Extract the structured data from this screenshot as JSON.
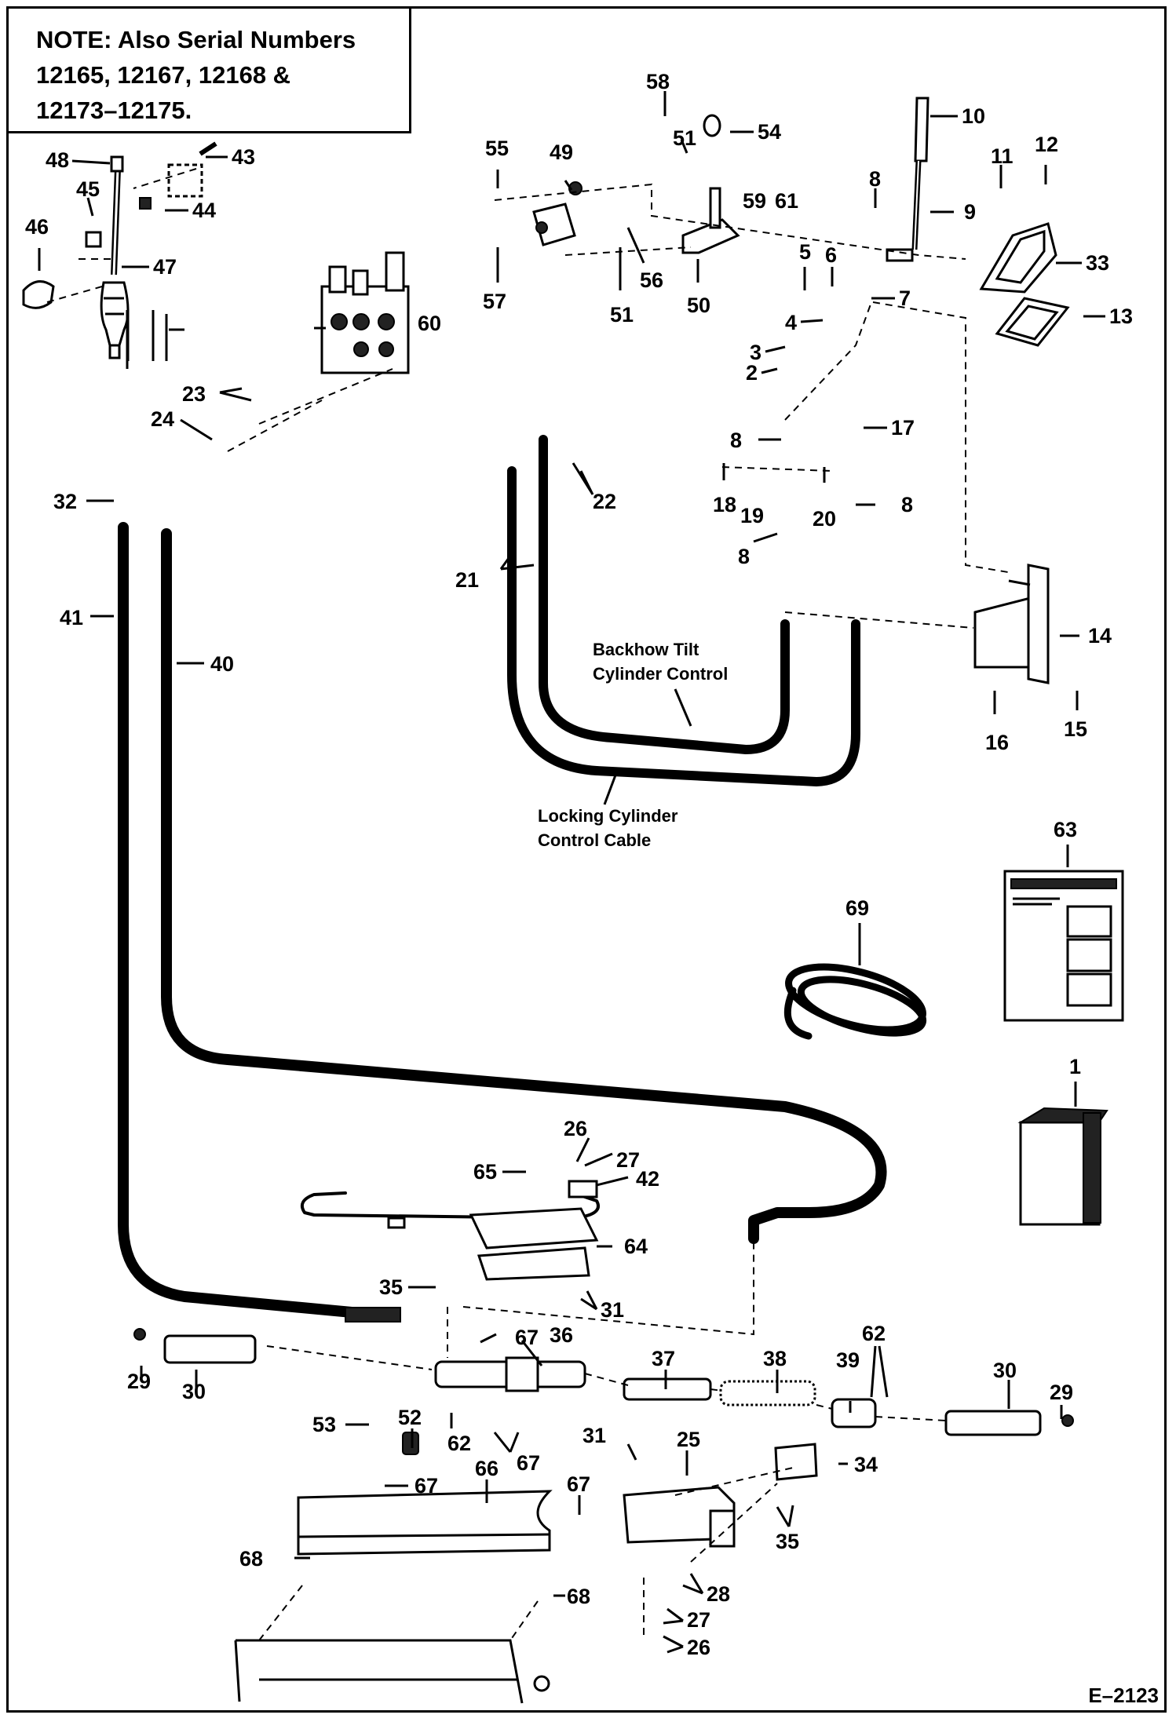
{
  "note": {
    "lines": [
      "NOTE: Also Serial Numbers",
      "12165, 12167, 12168 &",
      "12173–12175."
    ]
  },
  "figure_id": "E–2123",
  "captions": {
    "backhoe_tilt_line1": "Backhow Tilt",
    "backhoe_tilt_line2": "Cylinder Control",
    "locking_line1": "Locking Cylinder",
    "locking_line2": "Control Cable"
  },
  "callouts": [
    {
      "id": "c58",
      "text": "58"
    },
    {
      "id": "c51a",
      "text": "51"
    },
    {
      "id": "c54",
      "text": "54"
    },
    {
      "id": "c10",
      "text": "10"
    },
    {
      "id": "c12",
      "text": "12"
    },
    {
      "id": "c11",
      "text": "11"
    },
    {
      "id": "c48",
      "text": "48"
    },
    {
      "id": "c43",
      "text": "43"
    },
    {
      "id": "c55",
      "text": "55"
    },
    {
      "id": "c49",
      "text": "49"
    },
    {
      "id": "c8a",
      "text": "8"
    },
    {
      "id": "c9",
      "text": "9"
    },
    {
      "id": "c45",
      "text": "45"
    },
    {
      "id": "c44",
      "text": "44"
    },
    {
      "id": "c59",
      "text": "59"
    },
    {
      "id": "c61",
      "text": "61"
    },
    {
      "id": "c46",
      "text": "46"
    },
    {
      "id": "c47",
      "text": "47"
    },
    {
      "id": "c5",
      "text": "5"
    },
    {
      "id": "c6",
      "text": "6"
    },
    {
      "id": "c33",
      "text": "33"
    },
    {
      "id": "c56",
      "text": "56"
    },
    {
      "id": "c57",
      "text": "57"
    },
    {
      "id": "c51b",
      "text": "51"
    },
    {
      "id": "c50",
      "text": "50"
    },
    {
      "id": "c7",
      "text": "7"
    },
    {
      "id": "c60",
      "text": "60"
    },
    {
      "id": "c4",
      "text": "4"
    },
    {
      "id": "c13",
      "text": "13"
    },
    {
      "id": "c3",
      "text": "3"
    },
    {
      "id": "c2",
      "text": "2"
    },
    {
      "id": "c23",
      "text": "23"
    },
    {
      "id": "c24",
      "text": "24"
    },
    {
      "id": "c17",
      "text": "17"
    },
    {
      "id": "c8b",
      "text": "8"
    },
    {
      "id": "c32",
      "text": "32"
    },
    {
      "id": "c22",
      "text": "22"
    },
    {
      "id": "c18",
      "text": "18"
    },
    {
      "id": "c19",
      "text": "19"
    },
    {
      "id": "c8c",
      "text": "8"
    },
    {
      "id": "c20",
      "text": "20"
    },
    {
      "id": "c8d",
      "text": "8"
    },
    {
      "id": "c21",
      "text": "21"
    },
    {
      "id": "c41",
      "text": "41"
    },
    {
      "id": "c14",
      "text": "14"
    },
    {
      "id": "c40",
      "text": "40"
    },
    {
      "id": "c16",
      "text": "16"
    },
    {
      "id": "c15",
      "text": "15"
    },
    {
      "id": "c63",
      "text": "63"
    },
    {
      "id": "c69",
      "text": "69"
    },
    {
      "id": "c1",
      "text": "1"
    },
    {
      "id": "c26a",
      "text": "26"
    },
    {
      "id": "c65",
      "text": "65"
    },
    {
      "id": "c27a",
      "text": "27"
    },
    {
      "id": "c42",
      "text": "42"
    },
    {
      "id": "c64",
      "text": "64"
    },
    {
      "id": "c35a",
      "text": "35"
    },
    {
      "id": "c31a",
      "text": "31"
    },
    {
      "id": "c67a",
      "text": "67"
    },
    {
      "id": "c36",
      "text": "36"
    },
    {
      "id": "c37",
      "text": "37"
    },
    {
      "id": "c38",
      "text": "38"
    },
    {
      "id": "c62a",
      "text": "62"
    },
    {
      "id": "c39",
      "text": "39"
    },
    {
      "id": "c30a",
      "text": "30"
    },
    {
      "id": "c29a",
      "text": "29"
    },
    {
      "id": "c30b",
      "text": "30"
    },
    {
      "id": "c29b",
      "text": "29"
    },
    {
      "id": "c52",
      "text": "52"
    },
    {
      "id": "c53",
      "text": "53"
    },
    {
      "id": "c62b",
      "text": "62"
    },
    {
      "id": "c67b",
      "text": "67"
    },
    {
      "id": "c31b",
      "text": "31"
    },
    {
      "id": "c25",
      "text": "25"
    },
    {
      "id": "c34",
      "text": "34"
    },
    {
      "id": "c67c",
      "text": "67"
    },
    {
      "id": "c66",
      "text": "66"
    },
    {
      "id": "c67d",
      "text": "67"
    },
    {
      "id": "c35b",
      "text": "35"
    },
    {
      "id": "c68a",
      "text": "68"
    },
    {
      "id": "c28",
      "text": "28"
    },
    {
      "id": "c68b",
      "text": "68"
    },
    {
      "id": "c27b",
      "text": "27"
    },
    {
      "id": "c26b",
      "text": "26"
    }
  ]
}
